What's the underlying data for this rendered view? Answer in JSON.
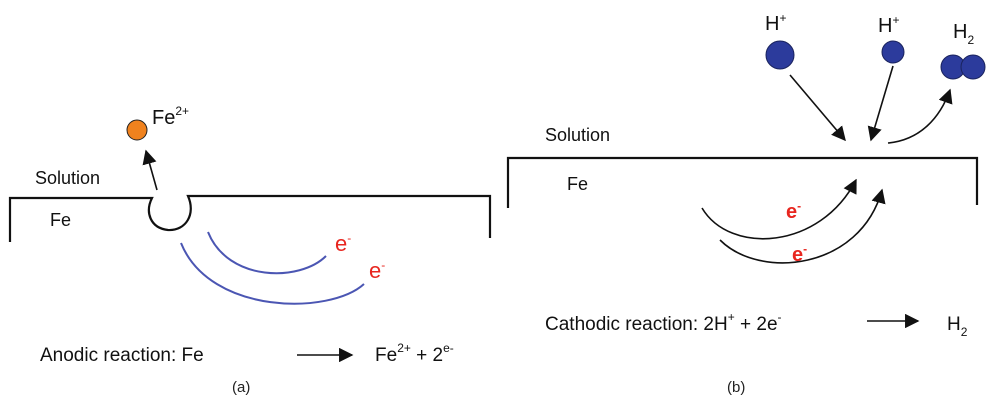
{
  "panel_a": {
    "ion_label": "Fe",
    "ion_charge": "2+",
    "solution_label": "Solution",
    "metal_label": "Fe",
    "electron_symbol": "e",
    "electron_charge": "-",
    "reaction": {
      "prefix": "Anodic reaction: Fe",
      "product_1": "Fe",
      "product_1_charge": "2+",
      "plus": " + 2",
      "electron_sup": "e-"
    },
    "caption": "(a)",
    "colors": {
      "ion": "#f0821e",
      "electron_arc": "#4b56b3",
      "electron_text": "#e8261f"
    }
  },
  "panel_b": {
    "proton_label_1": "H",
    "proton_charge_1": "+",
    "proton_label_2": "H",
    "proton_charge_2": "+",
    "h2_label": "H",
    "h2_sub": "2",
    "solution_label": "Solution",
    "metal_label": "Fe",
    "electron_symbol": "e",
    "electron_charge": "-",
    "reaction": {
      "prefix": "Cathodic reaction: 2H",
      "prefix_charge": "+",
      "mid": " + 2e",
      "mid_charge": "-",
      "product": "H",
      "product_sub": "2"
    },
    "caption": "(b)",
    "colors": {
      "proton": "#2c3b9c",
      "electron_text": "#e8261f"
    }
  }
}
